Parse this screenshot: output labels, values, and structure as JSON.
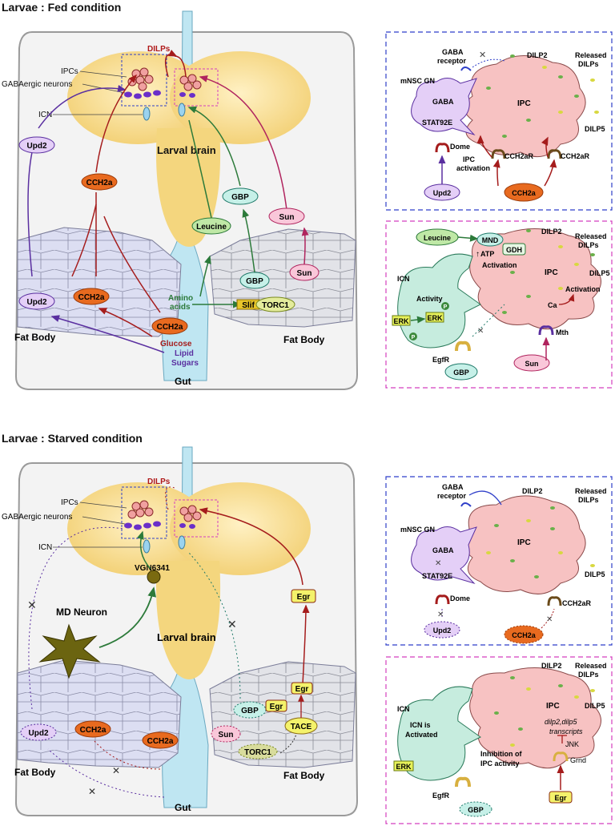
{
  "fed": {
    "heading": "Larvae : Fed condition",
    "labels": {
      "dilps": "DILPs",
      "ipcs": "IPCs",
      "gaba_neurons": "GABAergic neurons",
      "icn": "ICN",
      "brain": "Larval brain",
      "upd2_top": "Upd2",
      "cch2a_top": "CCH2a",
      "gbp_top": "GBP",
      "sun_top": "Sun",
      "leucine": "Leucine",
      "amino": "Amino",
      "acids": "acids",
      "gbp_fb": "GBP",
      "sun_fb": "Sun",
      "slif": "Slif",
      "torc1": "TORC1",
      "upd2_fb": "Upd2",
      "cch2a_fb": "CCH2a",
      "cch2a_gut": "CCH2a",
      "glucose": "Glucose",
      "lipid": "Lipid",
      "sugars": "Sugars",
      "fat_body_left": "Fat Body",
      "fat_body_right": "Fat Body",
      "gut": "Gut"
    },
    "panel_blue": {
      "gaba_receptor_1": "GABA",
      "gaba_receptor_2": "receptor",
      "dilp2": "DILP2",
      "released_1": "Released",
      "released_2": "DILPs",
      "mnsc": "mNSC GN",
      "gaba": "GABA",
      "stat": "STAT92E",
      "ipc": "IPC",
      "dilp5": "DILP5",
      "dome": "Dome",
      "ipc_act_1": "IPC",
      "ipc_act_2": "activation",
      "cch2ar_1": "CCH2aR",
      "cch2ar_2": "CCH2aR",
      "upd2": "Upd2",
      "cch2a": "CCH2a"
    },
    "panel_pink": {
      "leucine": "Leucine",
      "mnd": "MND",
      "gdh": "GDH",
      "atp": "ATP",
      "activation_1": "Activation",
      "dilp2": "DILP2",
      "released_1": "Released",
      "released_2": "DILPs",
      "icn": "ICN",
      "ipc": "IPC",
      "dilp5": "DILP5",
      "activity": "Activity",
      "erk_1": "ERK",
      "erk_2": "ERK",
      "p": "P",
      "activation_2": "Activation",
      "ca": "Ca",
      "egfr": "EgfR",
      "mth": "Mth",
      "gbp": "GBP",
      "sun": "Sun"
    }
  },
  "starved": {
    "heading": "Larvae : Starved condition",
    "labels": {
      "dilps": "DILPs",
      "ipcs": "IPCs",
      "gaba_neurons": "GABAergic neurons",
      "icn": "ICN",
      "vgn": "VGN6341",
      "md_neuron": "MD Neuron",
      "brain": "Larval brain",
      "egr_top": "Egr",
      "egr_fb1": "Egr",
      "egr_fb2": "Egr",
      "gbp": "GBP",
      "tace": "TACE",
      "sun": "Sun",
      "torc1": "TORC1",
      "upd2": "Upd2",
      "cch2a_fb": "CCH2a",
      "cch2a_gut": "CCH2a",
      "fat_body_left": "Fat Body",
      "fat_body_right": "Fat Body",
      "gut": "Gut"
    },
    "panel_blue": {
      "gaba_receptor_1": "GABA",
      "gaba_receptor_2": "receptor",
      "dilp2": "DILP2",
      "released_1": "Released",
      "released_2": "DILPs",
      "mnsc": "mNSC GN",
      "gaba": "GABA",
      "stat": "STAT92E",
      "ipc": "IPC",
      "dilp5": "DILP5",
      "dome": "Dome",
      "cch2ar": "CCH2aR",
      "upd2": "Upd2",
      "cch2a": "CCH2a"
    },
    "panel_pink": {
      "dilp2": "DILP2",
      "released_1": "Released",
      "released_2": "DILPs",
      "icn": "ICN",
      "ipc": "IPC",
      "dilp5": "DILP5",
      "transcripts_1": "dilp2,dilp5",
      "transcripts_2": "transcripts",
      "icn_act_1": "ICN is",
      "icn_act_2": "Activated",
      "inhib_1": "Inhibition of",
      "inhib_2": "IPC activity",
      "jnk": "JNK",
      "erk": "ERK",
      "grnd": "Grnd",
      "egfr": "EgfR",
      "egr": "Egr",
      "gbp": "GBP"
    }
  },
  "colors": {
    "brain": "#f7d98a",
    "gut": "#bfe6f2",
    "fat_body": "#d9dbf0",
    "ipc": "#f7c2c2",
    "gaba": "#6a2fc9",
    "cch2a": "#e86a1f",
    "gbp": "#c6f0e8",
    "sun": "#f9c7d9",
    "leucine": "#bfe8a6",
    "upd2": "#e4cff7",
    "egr": "#f4f26b",
    "md_neuron": "#6b6410",
    "red_arrow": "#a51c1c",
    "purple_arrow": "#5a2fa0",
    "green_arrow": "#2c7a3a",
    "blue_border": "#2f3fc9",
    "pink_border": "#d43fbf"
  }
}
